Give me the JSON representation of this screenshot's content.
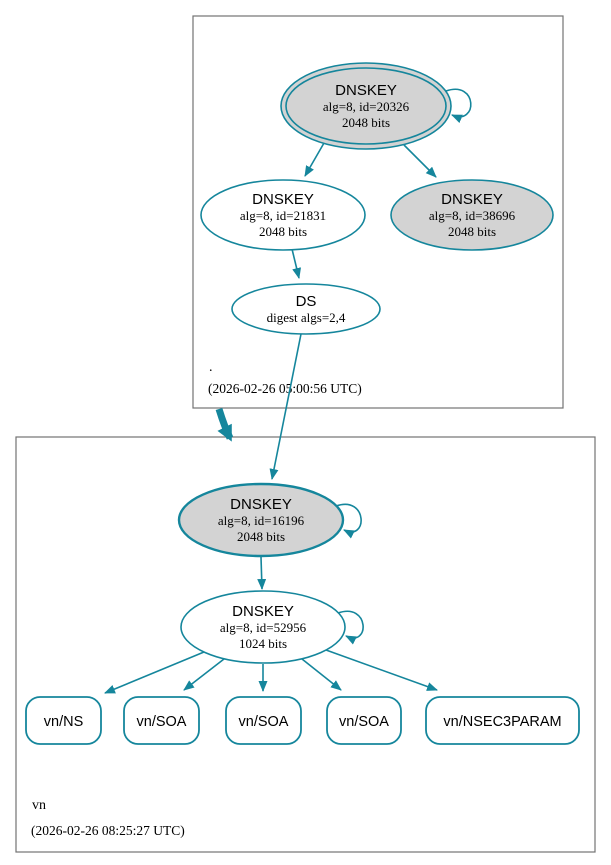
{
  "colors": {
    "edge": "#15869c",
    "ksk-fill": "#d3d3d3",
    "node-fill": "#ffffff",
    "box-border": "#737373",
    "text": "#000000",
    "background": "#ffffff"
  },
  "zones": {
    "root": {
      "label": ".",
      "timestamp": "(2026-02-26 05:00:56 UTC)"
    },
    "vn": {
      "label": "vn",
      "timestamp": "(2026-02-26 08:25:27 UTC)"
    }
  },
  "nodes": {
    "dnskey20326": {
      "type": "DNSKEY",
      "detail1": "alg=8, id=20326",
      "detail2": "2048 bits"
    },
    "dnskey21831": {
      "type": "DNSKEY",
      "detail1": "alg=8, id=21831",
      "detail2": "2048 bits"
    },
    "dnskey38696": {
      "type": "DNSKEY",
      "detail1": "alg=8, id=38696",
      "detail2": "2048 bits"
    },
    "ds": {
      "type": "DS",
      "detail1": "digest algs=2,4"
    },
    "dnskey16196": {
      "type": "DNSKEY",
      "detail1": "alg=8, id=16196",
      "detail2": "2048 bits"
    },
    "dnskey52956": {
      "type": "DNSKEY",
      "detail1": "alg=8, id=52956",
      "detail2": "1024 bits"
    }
  },
  "rrsets": [
    {
      "label": "vn/NS"
    },
    {
      "label": "vn/SOA"
    },
    {
      "label": "vn/SOA"
    },
    {
      "label": "vn/SOA"
    },
    {
      "label": "vn/NSEC3PARAM"
    }
  ]
}
